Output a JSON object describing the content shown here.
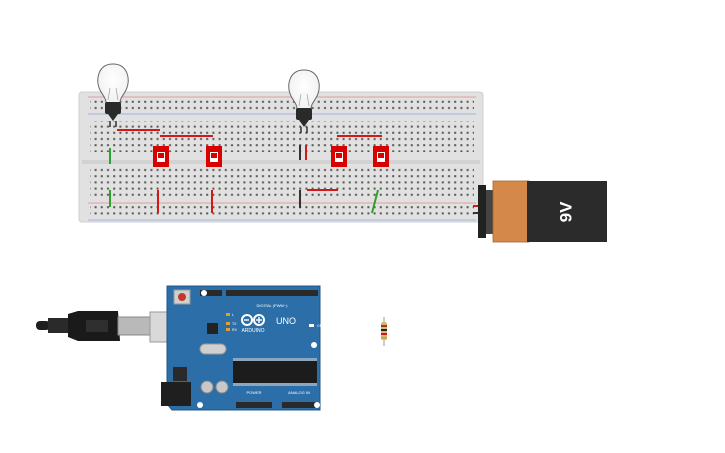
{
  "battery": {
    "label": "9V"
  },
  "arduino": {
    "logo_text": "ARDUINO",
    "model": "UNO",
    "digital_label": "DIGITAL (PWM~)",
    "power_label": "POWER",
    "analog_label": "ANALOG IN",
    "on_label": "ON",
    "tx_label": "TX",
    "rx_label": "RX",
    "l_label": "L"
  },
  "colors": {
    "breadboard": "#e1e1e1",
    "wire_red": "#d31818",
    "wire_green": "#2fa12f",
    "wire_black": "#333333",
    "switch_red": "#d90000",
    "arduino_blue": "#2c6fa8",
    "battery_copper": "#d4894a"
  },
  "components": {
    "bulbs": 2,
    "slide_switches": 4,
    "resistors": 1
  }
}
